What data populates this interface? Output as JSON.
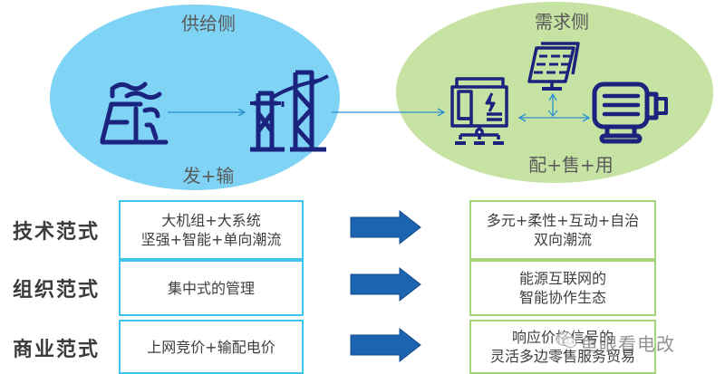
{
  "supply": {
    "title": "供给侧",
    "subtitle": "发+输",
    "color": "#7fd3f4",
    "icons": [
      "power-plant-icon",
      "transmission-tower-icon"
    ]
  },
  "demand": {
    "title": "需求侧",
    "subtitle": "配+售+用",
    "color": "#c6e3a4",
    "icons": [
      "distribution-cabinet-icon",
      "solar-panel-icon",
      "electric-motor-icon"
    ]
  },
  "colors": {
    "icon_navy": "#1a237e",
    "connector_blue": "#2a8fd0",
    "big_arrow_blue": "#1c63b0",
    "left_box_border": "#3fc4ee",
    "right_box_border": "#a6d67a"
  },
  "rows": [
    {
      "label": "技术范式",
      "from": [
        "大机组+大系统",
        "坚强+智能+单向潮流"
      ],
      "to": [
        "多元+柔性+互动+自治",
        "双向潮流"
      ]
    },
    {
      "label": "组织范式",
      "from": [
        "集中式的管理"
      ],
      "to": [
        "能源互联网的",
        "智能协作生态"
      ]
    },
    {
      "label": "商业范式",
      "from": [
        "上网竞价+输配电价"
      ],
      "to": [
        "响应价格信号的",
        "灵活多边零售服务贸易"
      ]
    }
  ],
  "watermark": {
    "text": "鱼眼看电改",
    "icon": "wechat-icon"
  }
}
